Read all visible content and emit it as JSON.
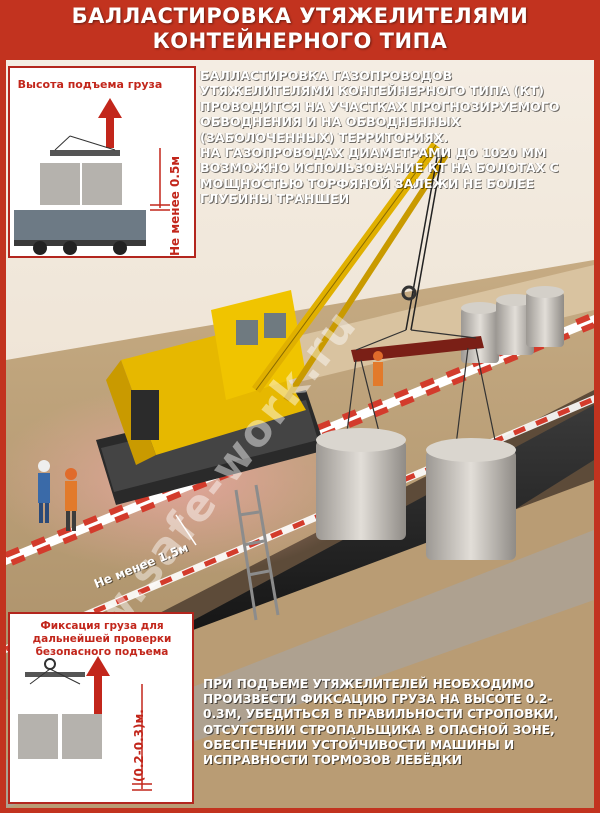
{
  "poster": {
    "title_line1": "БАЛЛАСТИРОВКА УТЯЖЕЛИТЕЛЯМИ",
    "title_line2": "КОНТЕЙНЕРНОГО ТИПА",
    "frame_color": "#c2331f"
  },
  "inset_top": {
    "caption": "Высота подъема груза",
    "vertical_label": "Не менее 0.5м"
  },
  "main_text": {
    "paragraph1": "БАЛЛАСТИРОВКА ГАЗОПРОВОДОВ УТЯЖЕЛИТЕЛЯМИ КОНТЕЙНЕРНОГО ТИПА (КТ) ПРОВОДИТСЯ НА УЧАСТКАХ ПРОГНОЗИРУЕМОГО ОБВОДНЕНИЯ И НА ОБВОДНЕННЫХ (ЗАБОЛОЧЕННЫХ) ТЕРРИТОРИЯХ.",
    "paragraph2": "НА ГАЗОПРОВОДАХ ДИАМЕТРАМИ ДО 1020 ММ ВОЗМОЖНО ИСПОЛЬЗОВАНИЕ КТ НА БОЛОТАХ С МОЩНОСТЬЮ ТОРФЯНОЙ ЗАЛЕЖИ НЕ БОЛЕЕ ГЛУБИНЫ ТРАНШЕИ"
  },
  "scene": {
    "distance_label": "Не менее 1.5м",
    "watermark": "www.safe-work.ru"
  },
  "inset_bottom": {
    "caption": "Фиксация груза для дальнейшей проверки безопасного подъема",
    "vertical_label": "(0.2-0.3)м."
  },
  "bottom_text": "ПРИ ПОДЪЕМЕ УТЯЖЕЛИТЕЛЕЙ НЕОБХОДИМО ПРОИЗВЕСТИ ФИКСАЦИЮ ГРУЗА НА ВЫСОТЕ 0.2-0.3М, УБЕДИТЬСЯ В ПРАВИЛЬНОСТИ СТРОПОВКИ, ОТСУТСТВИИ СТРОПАЛЬЩИКА В ОПАСНОЙ ЗОНЕ, ОБЕСПЕЧЕНИИ УСТОЙЧИВОСТИ МАШИНЫ И ИСПРАВНОСТИ ТОРМОЗОВ ЛЕБЁДКИ"
}
